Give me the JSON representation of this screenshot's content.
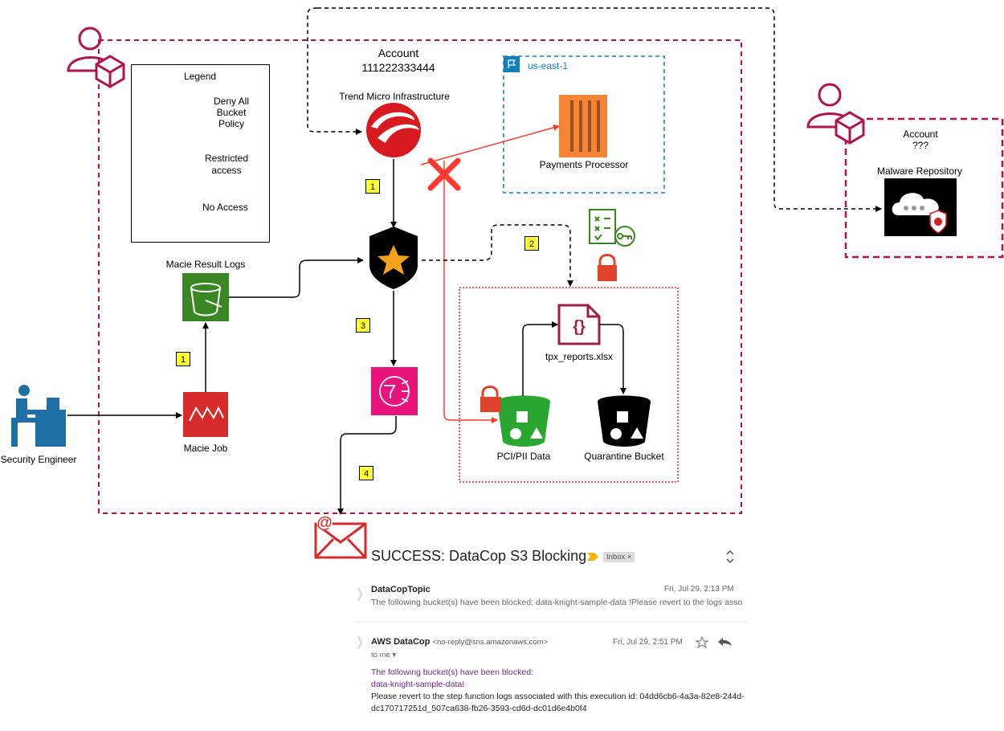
{
  "account_main": {
    "title": "Account",
    "id": "111222333444"
  },
  "account_ext": {
    "title": "Account",
    "id": "???"
  },
  "region": "us-east-1",
  "legend": {
    "title": "Legend",
    "items": [
      "Deny All Bucket Policy",
      "Restricted access",
      "No Access"
    ]
  },
  "nodes": {
    "trend_micro": "Trend Micro Infrastructure",
    "payments": "Payments Processor",
    "malware_repo": "Malware Repository",
    "macie_logs": "Macie Result Logs",
    "macie_job": "Macie Job",
    "engineer": "Security Engineer",
    "reports": "tpx_reports.xlsx",
    "pci": "PCI/PII Data",
    "quarantine": "Quarantine Bucket"
  },
  "steps": [
    "1",
    "1",
    "2",
    "3",
    "4"
  ],
  "email": {
    "subject": "SUCCESS: DataCop S3 Blocking",
    "inbox_tag": "Inbox",
    "msg1": {
      "sender": "DataCopTopic",
      "date": "Fri, Jul 29, 2:13 PM",
      "preview": "The following bucket(s) have been blocked: data-knight-sample-data !Please revert to the logs asso"
    },
    "msg2": {
      "sender": "AWS DataCop",
      "address": "<no-reply@sns.amazonaws.com>",
      "date": "Fri, Jul 29, 2:51 PM",
      "to": "to me",
      "line1": "The following bucket(s) have been blocked:",
      "line2": "data-knight-sample-data!",
      "line3": "Please revert to the step function logs associated with this execution id: 04dd6cb6-4a3a-82e8-244d-",
      "line4": "dc170717251d_507ca638-fb26-3593-cd6d-dc01d6e4b0f4"
    }
  },
  "colors": {
    "account_border": "#b0134f",
    "region_border": "#147eba",
    "red_arrow": "#ff3b30",
    "restricted_border": "#e0262f"
  }
}
